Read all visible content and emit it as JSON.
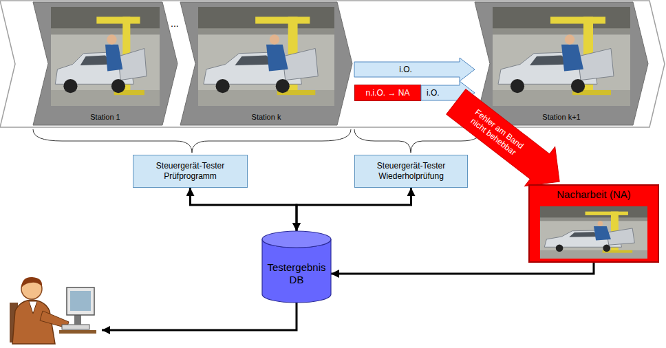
{
  "diagram": {
    "nodes": [
      {
        "text": [
          "Station 1"
        ]
      },
      {
        "text": [
          "Station k"
        ]
      },
      {
        "text": [
          "i.O."
        ]
      },
      {
        "text": [
          "n.i.O. → NA"
        ]
      },
      {
        "text": [
          "i.O."
        ]
      },
      {
        "text": [
          "Station k+1"
        ]
      },
      {
        "text": [
          "Steuergerät-Tester Prüfprogramm"
        ]
      },
      {
        "text": [
          "Steuergerät-Tester Wiederholprüfung"
        ]
      },
      {
        "text": [
          "Fehler am Band nicht behebbar"
        ]
      },
      {
        "text": [
          "Nacharbeit (NA)"
        ]
      },
      {
        "text": [
          "Testergebnis DB"
        ]
      }
    ],
    "edges": [
      {
        "from": 6,
        "to": 10,
        "arrow": "both"
      },
      {
        "from": 7,
        "to": 10,
        "arrow": "both"
      },
      {
        "from": 9,
        "to": 10,
        "arrow": "to"
      }
    ],
    "labels": [
      "..."
    ]
  }
}
